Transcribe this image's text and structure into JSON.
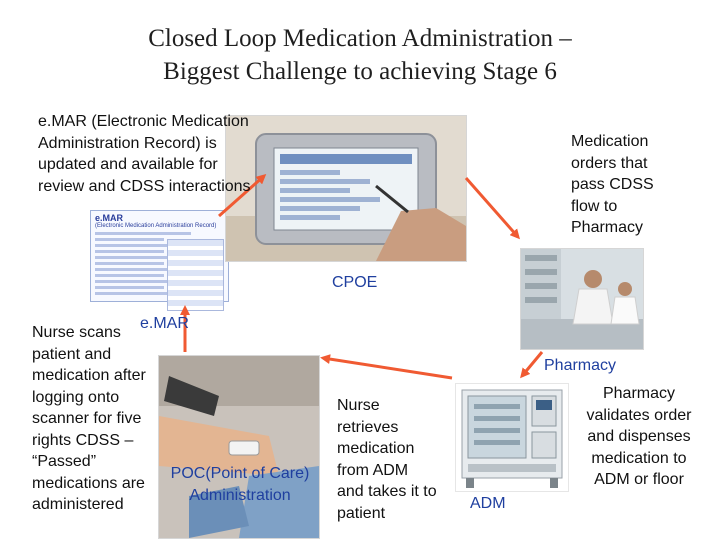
{
  "title": {
    "line1": "Closed Loop Medication Administration –",
    "line2": "Biggest Challenge to achieving Stage 6"
  },
  "emar_record_text": "e.MAR (Electronic Medication Administration Record) is updated and available for review and CDSS interactions",
  "orders_text": "Medication orders that pass CDSS flow to Pharmacy",
  "cpoe_label": "CPOE",
  "emar_label": "e.MAR",
  "nurse_text": "Nurse scans patient and medication after logging onto scanner for five rights CDSS – “Passed” medications are administered",
  "pharmacy_label": "Pharmacy",
  "pharmacy_text": "Pharmacy validates order and dispenses medication to ADM or floor",
  "poc_label": "POC(Point of Care) Administration",
  "nurse_retrieves_text": "Nurse retrieves medication from ADM and takes it to patient",
  "adm_label": "ADM",
  "emar_doc": {
    "heading": "e.MAR",
    "subheading": "(Electronic Medication Administration Record)"
  },
  "colors": {
    "arrow": "#f05a32",
    "label_blue": "#1f3f9f"
  }
}
